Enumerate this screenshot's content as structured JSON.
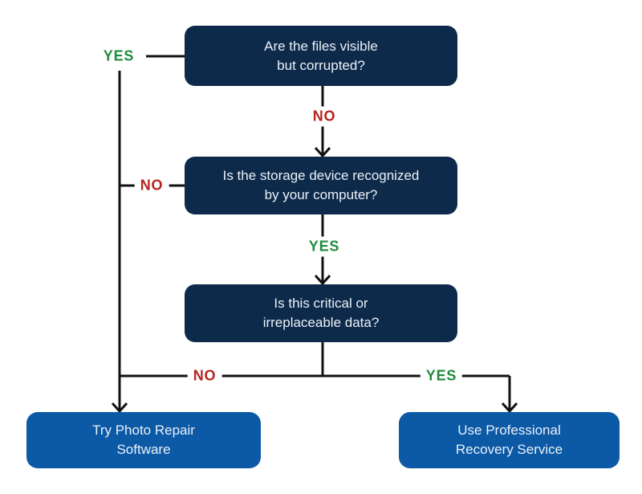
{
  "diagram": {
    "colors": {
      "background": "#ffffff",
      "decision_bg": "#0e2a4a",
      "outcome_bg": "#0c59a6",
      "box_text": "#eaf1f8",
      "yes_green": "#1f8b3c",
      "no_red": "#b3241f",
      "line": "#111111"
    },
    "decisions": [
      {
        "line1": "Are the files visible",
        "line2": "but corrupted?"
      },
      {
        "line1": "Is the storage device recognized",
        "line2": "by your computer?"
      },
      {
        "line1": "Is this critical or",
        "line2": "irreplaceable data?"
      }
    ],
    "outcomes": [
      {
        "line1": "Try Photo Repair",
        "line2": "Software"
      },
      {
        "line1": "Use Professional",
        "line2": "Recovery Service"
      }
    ],
    "edge_labels": {
      "yes1": "YES",
      "no1": "NO",
      "no2": "NO",
      "yes2": "YES",
      "no3": "NO",
      "yes3": "YES"
    }
  }
}
